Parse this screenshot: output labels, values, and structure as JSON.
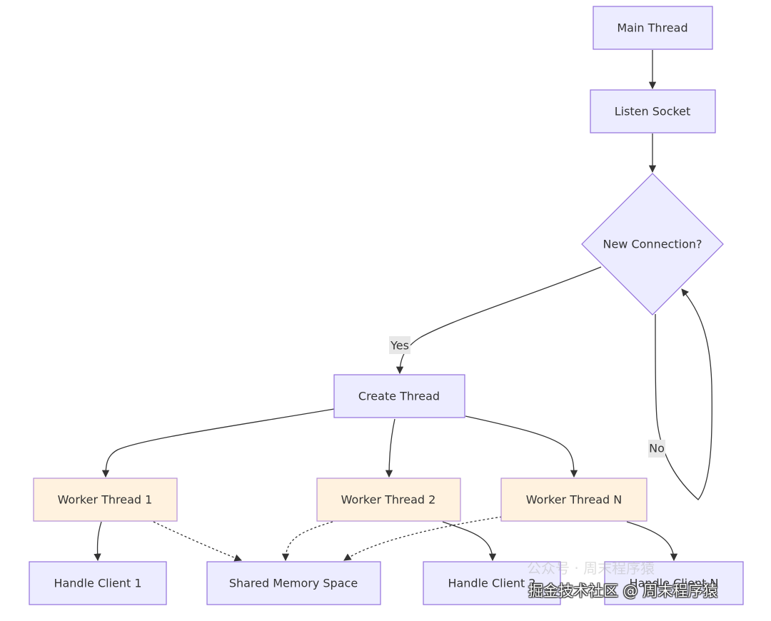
{
  "colors": {
    "process_fill": "#ECECFF",
    "process_stroke": "#9370DB",
    "worker_fill": "#FFF2DF",
    "worker_stroke": "#B58FD8",
    "edge": "#333333",
    "edge_label_bg": "#E8E8E8"
  },
  "nodes": {
    "main_thread": "Main Thread",
    "listen_socket": "Listen Socket",
    "new_connection": "New Connection?",
    "create_thread": "Create Thread",
    "worker_1": "Worker Thread 1",
    "worker_2": "Worker Thread 2",
    "worker_n": "Worker Thread N",
    "handle_client_1": "Handle Client 1",
    "shared_memory": "Shared Memory Space",
    "handle_client_2": "Handle Client 2",
    "handle_client_n": "Handle Client N"
  },
  "edge_labels": {
    "yes": "Yes",
    "no": "No"
  },
  "watermark": {
    "text": "掘金技术社区 @ 周末程序猿",
    "ghost_text": "公众号 · 周末程序猿"
  }
}
